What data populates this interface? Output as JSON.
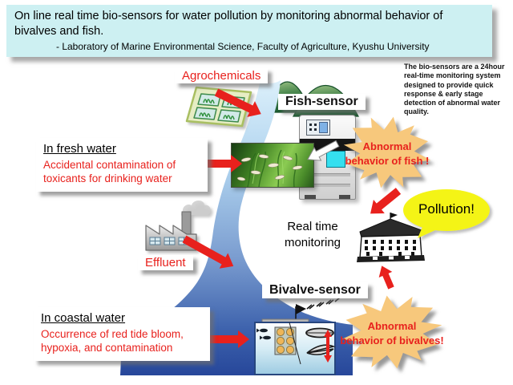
{
  "header": {
    "title": "On line real time bio-sensors for water pollution by monitoring abnormal behavior of bivalves and fish.",
    "affiliation": "- Laboratory of Marine Environmental Science, Faculty of Agriculture, Kyushu University"
  },
  "note": {
    "text": "The bio-sensors are a 24hour real-time monitoring system designed to provide quick response & early stage detection of abnormal water quality."
  },
  "labels": {
    "agrochemicals": "Agrochemicals",
    "fish_sensor": "Fish-sensor",
    "effluent": "Effluent",
    "bivalve_sensor": "Bivalve-sensor",
    "pollution": "Pollution!",
    "real_time_line1": "Real time",
    "real_time_line2": "monitoring"
  },
  "callouts": {
    "fresh_water": {
      "heading": "In fresh water",
      "body": "Accidental contamination of toxicants for drinking water"
    },
    "coastal_water": {
      "heading": "In coastal water",
      "body": "Occurrence of red tide bloom, hypoxia, and contamination"
    },
    "abnormal_fish": {
      "line1": "Abnormal",
      "line2": "behavior of fish !"
    },
    "abnormal_bivalves": {
      "line1": "Abnormal",
      "line2": "behavior of bivalves!"
    }
  },
  "colors": {
    "header_bg": "#cdf0f2",
    "alert_red": "#e8211d",
    "starburst_orange": "#f7c87c",
    "pollution_yellow": "#f4f414",
    "river_light": "#d9eefa",
    "sea_dark": "#27479a",
    "mountain_green": "#1d5c31"
  }
}
